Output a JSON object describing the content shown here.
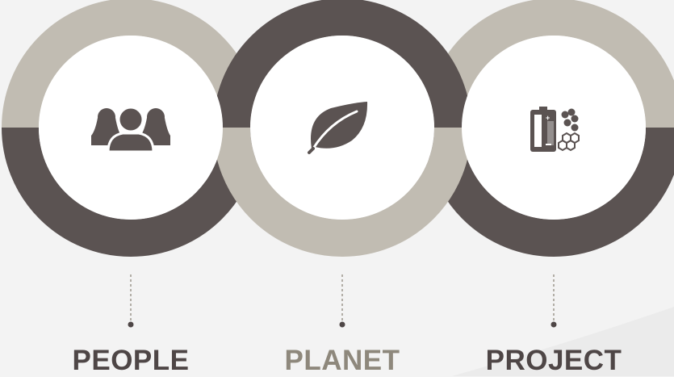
{
  "theme": {
    "dark": "#5b5352",
    "light": "#c1bcb2",
    "background": "#f3f3f3",
    "circle_fill": "#ffffff",
    "icon": "#5b5352",
    "label_dark": "#4e4646",
    "label_light": "#8e887c"
  },
  "pillars": [
    {
      "label": "PEOPLE",
      "icon": "people-group-icon",
      "label_color": "#4e4646"
    },
    {
      "label": "PLANET",
      "icon": "leaf-icon",
      "label_color": "#8e887c"
    },
    {
      "label": "PROJECT",
      "icon": "battery-molecule-icon",
      "label_color": "#4e4646"
    }
  ]
}
